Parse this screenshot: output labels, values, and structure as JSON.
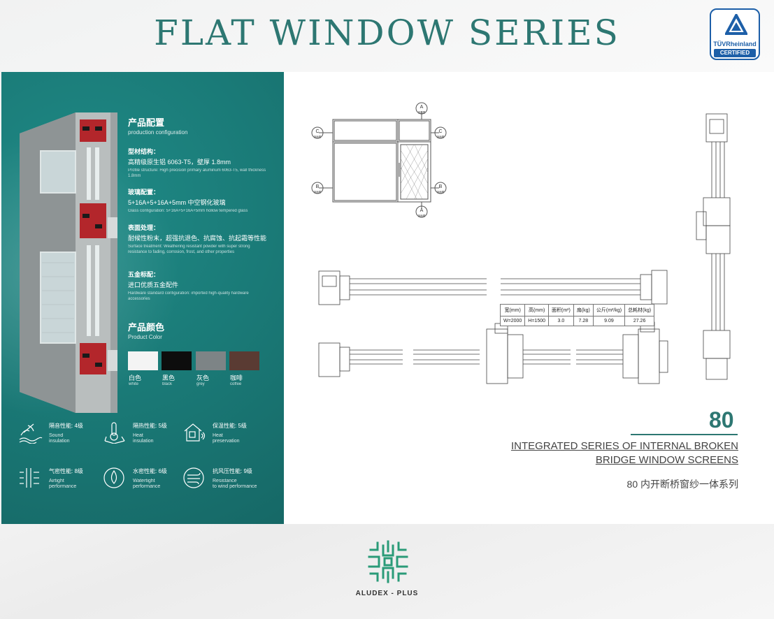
{
  "header": {
    "title": "FLAT WINDOW SERIES",
    "cert_brand": "TÜVRheinland",
    "cert_label": "CERTIFIED"
  },
  "config": {
    "title_cn": "产品配置",
    "title_en": "production configuration",
    "items": [
      {
        "cn": "型材结构：",
        "val": "高精级原生铝 6063-T5，壁厚 1.8mm",
        "en": "Profile structure: High precision primary aluminum 6063-T5, wall thickness 1.8mm"
      },
      {
        "cn": "玻璃配置：",
        "val": "5+16A+5+16A+5mm 中空钢化玻璃",
        "en": "Glass configuration: 5+16A+5+16A+5mm hollow tempered glass"
      },
      {
        "cn": "表面处理：",
        "val": "耐候性粉末，超强抗退色、抗腐蚀、抗起霜等性能",
        "en": "Surface treatment: Weathering resistant powder with super strong resistance to fading, corrosion, frost, and other properties"
      },
      {
        "cn": "五金标配：",
        "val": "进口优质五金配件",
        "en": "Hardware standard configuration: imported high-quality hardware accessories"
      }
    ]
  },
  "colors": {
    "title_cn": "产品颜色",
    "title_en": "Product Color",
    "items": [
      {
        "cn": "白色",
        "en": "white",
        "hex": "#f4f4f4"
      },
      {
        "cn": "黑色",
        "en": "black",
        "hex": "#0d0d0d"
      },
      {
        "cn": "灰色",
        "en": "grey",
        "hex": "#7d8486"
      },
      {
        "cn": "咖啡",
        "en": "coffee",
        "hex": "#5a3b33"
      }
    ]
  },
  "performance": [
    {
      "cn": "隔音性能: 4级",
      "en1": "Sound",
      "en2": "insulation",
      "icon": "sound-insulation-icon"
    },
    {
      "cn": "隔热性能: 5级",
      "en1": "Heat",
      "en2": "insulation",
      "icon": "heat-insulation-icon"
    },
    {
      "cn": "保温性能: 5级",
      "en1": "Heat",
      "en2": "preservation",
      "icon": "heat-preservation-icon"
    },
    {
      "cn": "气密性能: 8级",
      "en1": "Airtight",
      "en2": "performance",
      "icon": "airtight-icon"
    },
    {
      "cn": "水密性能: 6级",
      "en1": "Watertight",
      "en2": "performance",
      "icon": "watertight-icon"
    },
    {
      "cn": "抗风压性能: 9级",
      "en1": "Resistance",
      "en2": "to wind performance",
      "icon": "wind-resistance-icon"
    }
  ],
  "drawing_labels": {
    "a": "A",
    "b": "B",
    "c": "C",
    "section": "剖面图"
  },
  "spec_table": {
    "headers": [
      "宽(mm)",
      "高(mm)",
      "面积(m²)",
      "扇(kg)",
      "公斤(m²/kg)",
      "总耗材(kg)"
    ],
    "values": [
      "W=2000",
      "H=1500",
      "3.0",
      "7.28",
      "9.09",
      "27.26"
    ]
  },
  "series": {
    "number": "80",
    "title_en_line1": "INTEGRATED SERIES OF INTERNAL BROKEN",
    "title_en_line2": "BRIDGE WINDOW SCREENS",
    "title_cn": "80 内开断桥窗纱一体系列"
  },
  "footer": {
    "brand": "ALUDEX - PLUS"
  },
  "theme": {
    "teal": "#1a7a77",
    "title_color": "#2d7772",
    "accent_red": "#b3262b"
  }
}
